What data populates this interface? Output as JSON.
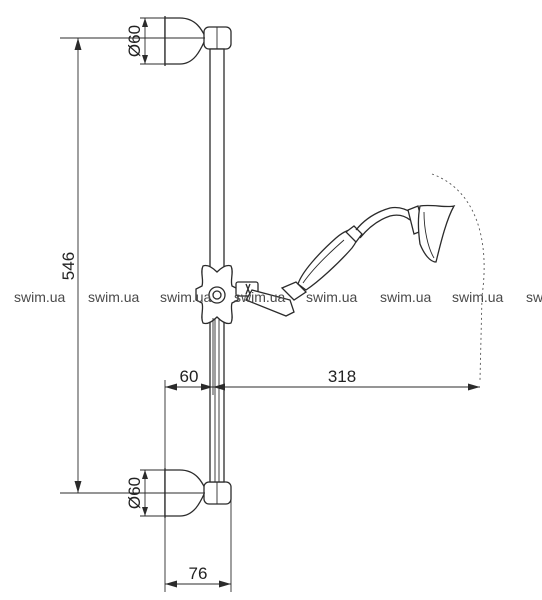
{
  "dimensions": {
    "flange_top": "Ø60",
    "flange_bottom": "Ø60",
    "bar_height": "546",
    "offset": "60",
    "reach": "318",
    "depth": "76"
  },
  "watermark": {
    "text": "swim.ua",
    "partial": "sw"
  },
  "colors": {
    "line": "#2b2b2b",
    "background": "#ffffff"
  }
}
